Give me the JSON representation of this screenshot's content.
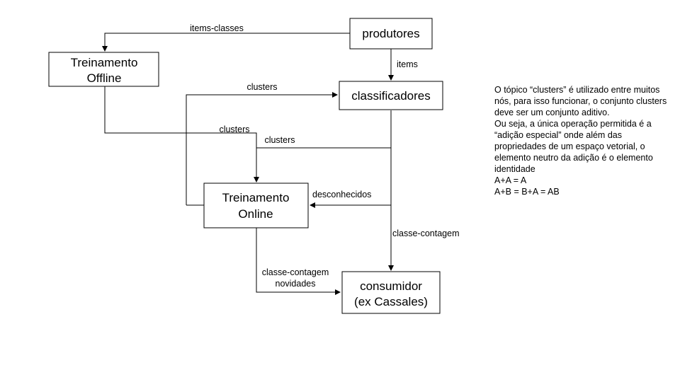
{
  "nodes": {
    "produtores": [
      "produtores"
    ],
    "treinamento_offline": [
      "Treinamento",
      "Offline"
    ],
    "classificadores": [
      "classificadores"
    ],
    "treinamento_online": [
      "Treinamento",
      "Online"
    ],
    "consumidor": [
      "consumidor",
      "(ex Cassales)"
    ]
  },
  "edges": {
    "items_classes": "items-classes",
    "items": "items",
    "clusters_1": "clusters",
    "clusters_2": "clusters",
    "clusters_3": "clusters",
    "desconhecidos": "desconhecidos",
    "classe_contagem": "classe-contagem",
    "classe_contagem_novidades": [
      "classe-contagem",
      "novidades"
    ]
  },
  "note": {
    "paragraph1": "O tópico “clusters” é utilizado entre muitos nós, para isso funcionar, o conjunto clusters deve ser um conjunto aditivo.",
    "paragraph2": "Ou seja, a única operação permitida é a “adição especial” onde além das propriedades de um espaço vetorial, o elemento neutro da adição é o elemento identidade",
    "eq1": "A+A = A",
    "eq2": "A+B = B+A = AB"
  }
}
